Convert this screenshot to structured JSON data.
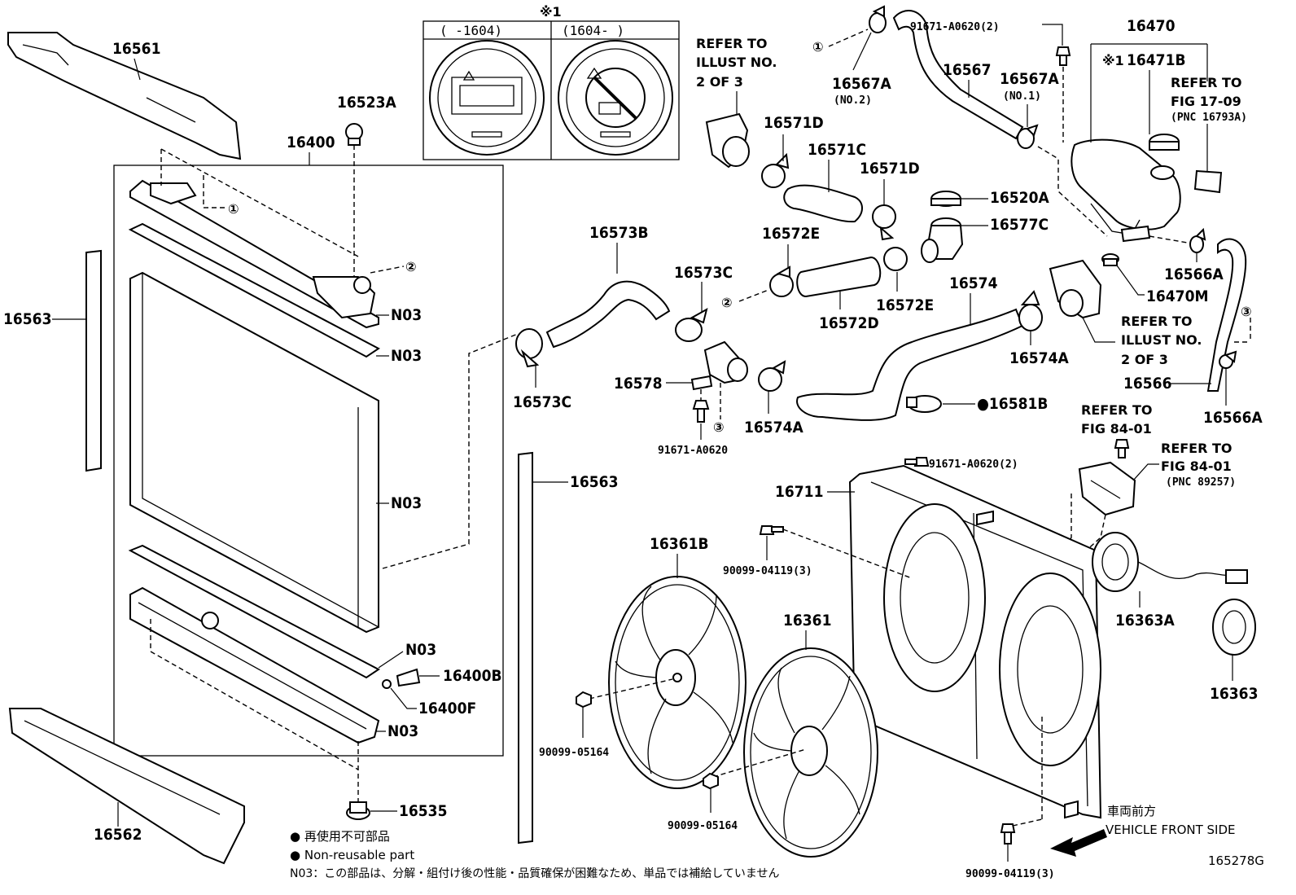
{
  "figure": {
    "code": "165278G",
    "inset_marker": "※1",
    "inset_headers": [
      "( -1604)",
      "(1604- )"
    ],
    "circled_refs": [
      "①",
      "②",
      "③"
    ]
  },
  "parts": {
    "p16561": "16561",
    "p16523A": "16523A",
    "p16400": "16400",
    "p16563_left": "16563",
    "p16563_right": "16563",
    "p16562": "16562",
    "p16535": "16535",
    "p16400B": "16400B",
    "p16400F": "16400F",
    "p16573B": "16573B",
    "p16573C_top": "16573C",
    "p16573C_bottom": "16573C",
    "p16578": "16578",
    "p91671_A0620": "91671-A0620",
    "p16574A_left": "16574A",
    "p16571D_left": "16571D",
    "p16571C": "16571C",
    "p16571D_right": "16571D",
    "p16572E_top": "16572E",
    "p16572D": "16572D",
    "p16572E_bottom": "16572E",
    "p16520A": "16520A",
    "p16577C": "16577C",
    "p16574": "16574",
    "p16574A_right": "16574A",
    "p16581B": "●16581B",
    "p16567A_left": "16567A",
    "p16567A_left_note": "(NO.2)",
    "p16567": "16567",
    "p16567A_right": "16567A",
    "p16567A_right_note": "(NO.1)",
    "p91671_top": "91671-A0620(2)",
    "p16470": "16470",
    "p16471B": "16471B",
    "p16566A_top": "16566A",
    "p16470M": "16470M",
    "p16566": "16566",
    "p16566A_bottom": "16566A",
    "p91671_mid": "91671-A0620(2)",
    "p16711": "16711",
    "p90099_04119_mid": "90099-04119(3)",
    "p16361B": "16361B",
    "p16361": "16361",
    "p90099_05164_left": "90099-05164",
    "p90099_05164_bottom": "90099-05164",
    "p16363A": "16363A",
    "p16363": "16363",
    "p90099_04119_bottom": "90099-04119(3)",
    "n03": [
      "N03",
      "N03",
      "N03",
      "N03",
      "N03"
    ]
  },
  "refers": {
    "illust_top": [
      "REFER TO",
      "ILLUST NO.",
      "2 OF 3"
    ],
    "fig17": [
      "REFER TO",
      "FIG 17-09",
      "(PNC 16793A)"
    ],
    "illust_right": [
      "REFER TO",
      "ILLUST NO.",
      "2 OF 3"
    ],
    "fig84a": [
      "REFER TO",
      "FIG 84-01"
    ],
    "fig84b": [
      "REFER TO",
      "FIG 84-01",
      "(PNC 89257)"
    ]
  },
  "direction": {
    "jp": "車両前方",
    "en": "VEHICLE FRONT SIDE"
  },
  "legend": {
    "jp": "● 再使用不可部品",
    "en": "● Non-reusable part",
    "n03_note": "N03：この部品は、分解・組付け後の性能・品質確保が困難なため、単品では補給していません"
  }
}
